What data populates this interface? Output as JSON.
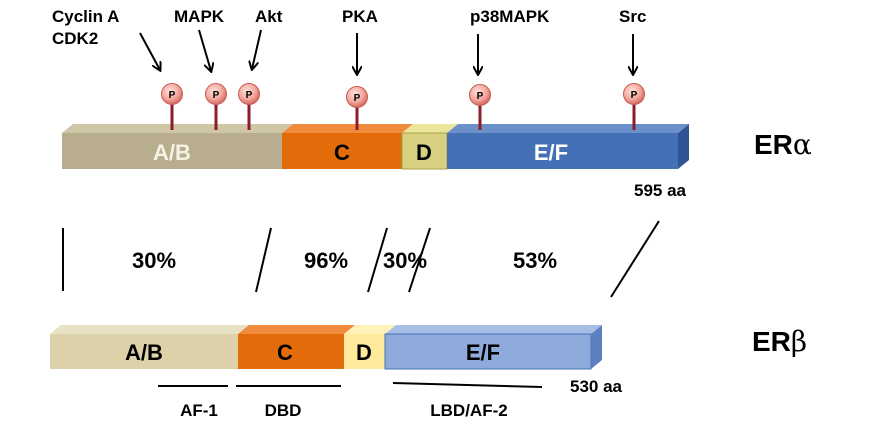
{
  "kinases": [
    {
      "id": "cyclin",
      "line1": "Cyclin A",
      "line2": "CDK2"
    },
    {
      "id": "mapk",
      "line1": "MAPK"
    },
    {
      "id": "akt",
      "line1": "Akt"
    },
    {
      "id": "pka",
      "line1": "PKA"
    },
    {
      "id": "p38",
      "line1": "p38MAPK"
    },
    {
      "id": "src",
      "line1": "Src"
    }
  ],
  "phospho_label": "P",
  "era": {
    "name_main": "ER",
    "name_greek": "α",
    "length": "595 aa",
    "segments": {
      "ab": "A/B",
      "c": "C",
      "d": "D",
      "ef": "E/F"
    }
  },
  "erb": {
    "name_main": "ER",
    "name_greek": "β",
    "length": "530 aa",
    "segments": {
      "ab": "A/B",
      "c": "C",
      "d": "D",
      "ef": "E/F"
    }
  },
  "homology": {
    "ab": "30%",
    "c": "96%",
    "d": "30%",
    "ef": "53%"
  },
  "functions": {
    "af1": "AF-1",
    "dbd": "DBD",
    "lbd": "LBD/AF-2"
  },
  "colors": {
    "ab_a": "#b8ae8e",
    "ab_b": "#ddd1aa",
    "c": "#e36c0a",
    "c_top": "#f08a3c",
    "d_a": "#d6d080",
    "d_b": "#ffe99a",
    "ef_a": "#4471b6",
    "ef_b": "#8eaadb",
    "pin": "#8c1c2a",
    "p_fill": "#f4a9a0"
  }
}
